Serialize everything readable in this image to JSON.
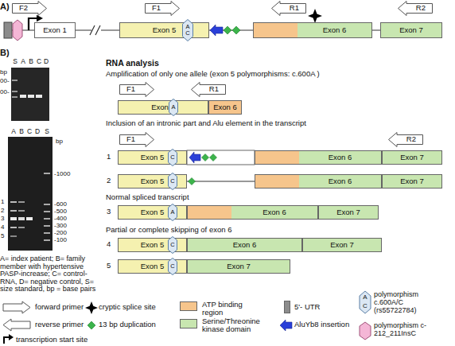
{
  "diagram": {
    "nodes": [
      {
        "text": [
          "F2"
        ]
      },
      {
        "text": [
          "F1"
        ]
      },
      {
        "text": [
          "R1"
        ]
      },
      {
        "text": [
          "R2"
        ]
      },
      {
        "text": [
          "Exon 1"
        ]
      },
      {
        "text": [
          "Exon 5"
        ]
      },
      {
        "text": [
          "A",
          "C"
        ],
        "in": 5
      },
      {
        "text": [
          "Exon 6"
        ]
      },
      {
        "text": [
          "Exon 7"
        ]
      },
      {
        "text": [
          "F1"
        ]
      },
      {
        "text": [
          "R1"
        ]
      },
      {
        "text": [
          "Exon 5"
        ]
      },
      {
        "text": [
          "A"
        ],
        "in": 11
      },
      {
        "text": [
          "Exon 6"
        ]
      },
      {
        "text": [
          "F1"
        ]
      },
      {
        "text": [
          "R2"
        ]
      },
      {
        "text": [
          "Exon 5"
        ]
      },
      {
        "text": [
          "C"
        ],
        "in": 16
      },
      {
        "text": [
          "Exon 6"
        ]
      },
      {
        "text": [
          "Exon 7"
        ]
      },
      {
        "text": [
          "Exon 5"
        ]
      },
      {
        "text": [
          "C"
        ],
        "in": 20
      },
      {
        "text": [
          "Exon 6"
        ]
      },
      {
        "text": [
          "Exon 7"
        ]
      },
      {
        "text": [
          "Exon 5"
        ]
      },
      {
        "text": [
          "A"
        ],
        "in": 24
      },
      {
        "text": [
          "Exon 6"
        ]
      },
      {
        "text": [
          "Exon 7"
        ]
      },
      {
        "text": [
          "Exon 5"
        ]
      },
      {
        "text": [
          "C"
        ],
        "in": 28
      },
      {
        "text": [
          "Exon 6"
        ]
      },
      {
        "text": [
          "Exon 7"
        ]
      },
      {
        "text": [
          "Exon 5"
        ]
      },
      {
        "text": [
          "C"
        ],
        "in": 32
      },
      {
        "text": [
          "Exon 7"
        ]
      }
    ],
    "edges": [
      {
        "from": 4,
        "to": 5,
        "arrow": "none"
      },
      {
        "from": 5,
        "to": 7,
        "arrow": "none"
      },
      {
        "from": 7,
        "to": 8,
        "arrow": "none"
      },
      {
        "from": 20,
        "to": 22,
        "arrow": "none"
      }
    ],
    "labels": [
      "A)",
      "B)",
      "S",
      "A",
      "B",
      "C",
      "D",
      "00-",
      "00-",
      "bp",
      "A",
      "B",
      "C",
      "D",
      "S",
      "bp",
      "-1000",
      "-600",
      "-500",
      "-400",
      "-300",
      "-200",
      "-100",
      "1",
      "2",
      "3",
      "4",
      "5",
      "A= index patient; B= family member with hypertensive PASP-increase; C= control-RNA, D= negative control, S= size standard, bp = base pairs",
      "RNA analysis",
      "Amplification of only one allele (exon 5 polymorphisms: c.600A )",
      "Inclusion of an intronic part and Alu element in the transcript",
      "1",
      "2",
      "Normal spliced transcript",
      "3",
      "Partial or complete skipping of exon 6",
      "4",
      "5",
      "A",
      "C"
    ],
    "legend": [
      {
        "text": "forward primer"
      },
      {
        "text": "cryptic splice site"
      },
      {
        "text": "ATP binding region",
        "color": "#f6c58c"
      },
      {
        "text": "5'- UTR",
        "color": "#8c8c8c"
      },
      {
        "text": "polymorphism c.600A/C (rs55722784)"
      },
      {
        "text": "reverse primer"
      },
      {
        "text": "13 bp duplication"
      },
      {
        "text": "Serine/Threonine kinase domain",
        "color": "#c8e6b0"
      },
      {
        "text": "AluYb8 insertion"
      },
      {
        "text": "transcription start site"
      },
      {
        "text": "polymorphism c-212_211InsC"
      }
    ]
  }
}
